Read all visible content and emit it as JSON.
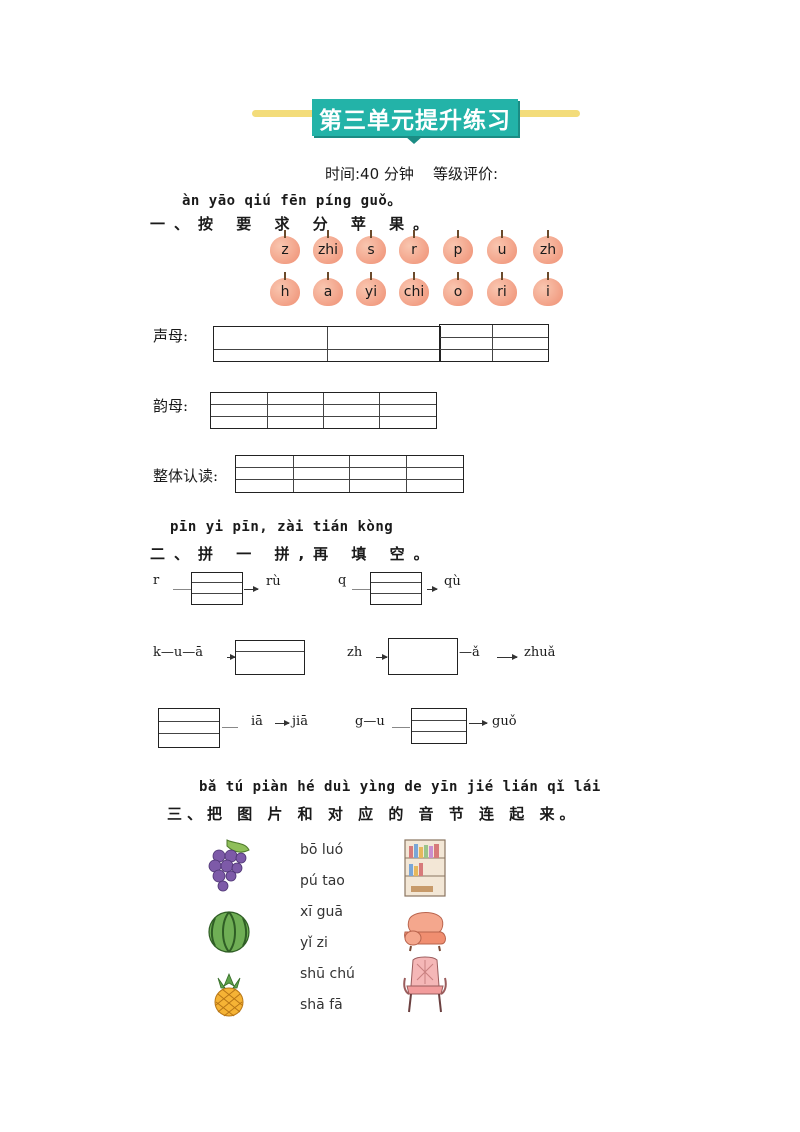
{
  "title": "第三单元提升练习",
  "meta": {
    "time": "时间:40 分钟",
    "grade": "等级评价:"
  },
  "section1": {
    "pinyin": "àn yāo qiú fēn píng guǒ。",
    "heading": "一、按 要 求 分 苹 果。",
    "apples_row1": [
      "z",
      "zhi",
      "s",
      "r",
      "p",
      "u",
      "zh"
    ],
    "apples_row2": [
      "h",
      "a",
      "yi",
      "chi",
      "o",
      "ri",
      "i"
    ],
    "label_shengmu": "声母:",
    "label_yunmu": "韵母:",
    "label_zhengti": "整体认读:"
  },
  "section2": {
    "pinyin": "pīn yi pīn,  zài tián kòng",
    "heading": "二、拼 一 拼,再 填 空。",
    "items": {
      "r": "r",
      "ru": "rù",
      "q": "q",
      "qu": "qù",
      "kua": "k—u—ā",
      "zh": "zh",
      "zh_tail": "—ǎ",
      "zhua": "zhuǎ",
      "ia": "iā",
      "jia": "jiā",
      "gu": "g—u",
      "guo": "guǒ"
    }
  },
  "section3": {
    "pinyin": "bǎ tú piàn hé duì yìng de yīn jié lián qǐ lái",
    "heading": "三、把 图 片 和 对 应 的 音 节 连  起 来。",
    "words": [
      "bō luó",
      "pú tao",
      "xī guā",
      "yǐ zi",
      "shū chú",
      "shā fā"
    ]
  },
  "colors": {
    "accent": "#23b3a8",
    "banner_line": "#f3dc7a",
    "apple": "#ef8f73"
  }
}
